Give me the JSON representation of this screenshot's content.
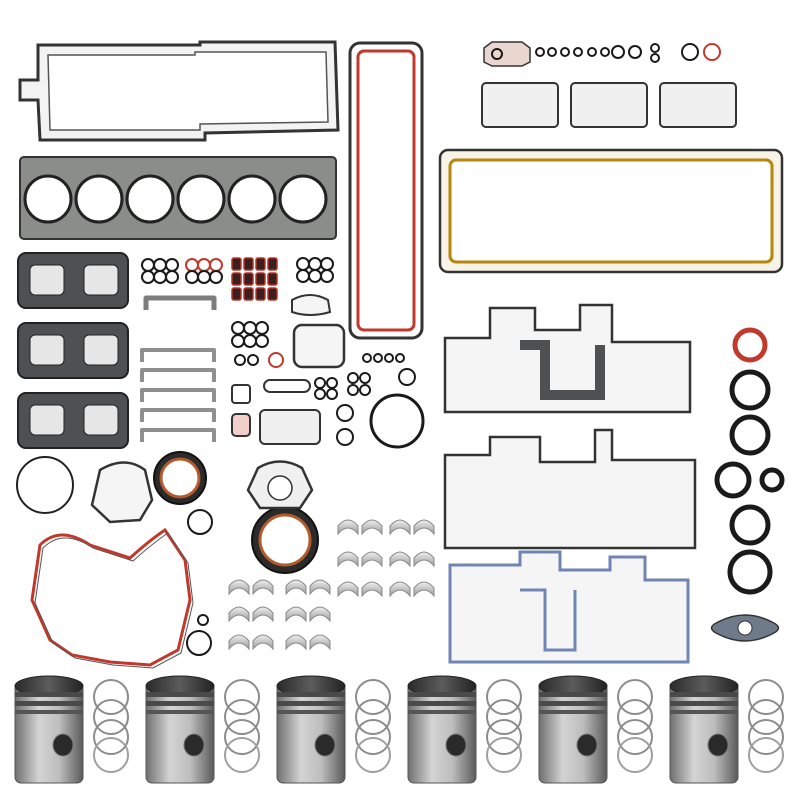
{
  "image": {
    "kind": "product-photo",
    "subject": "engine-overhaul-gasket-and-piston-kit",
    "background_color": "#ffffff"
  },
  "parts": {
    "piston_count": 6,
    "cylinder_head_gasket_bores": 6,
    "exhaust_manifold_gasket_count": 3,
    "valve_stem_seal_count": 12
  },
  "colors": {
    "gasket_body": "#d9d9d9",
    "gasket_edge": "#333333",
    "graphite": "#4f5052",
    "red_seal": "#c0392b",
    "black_oring": "#1a1a1a",
    "bearing_silver": "#cfcfcf",
    "piston_dark": "#3d3d3d",
    "piston_light": "#b8b8b8",
    "gold_bead": "#b8860b",
    "blue_bead": "#6f86b5"
  }
}
